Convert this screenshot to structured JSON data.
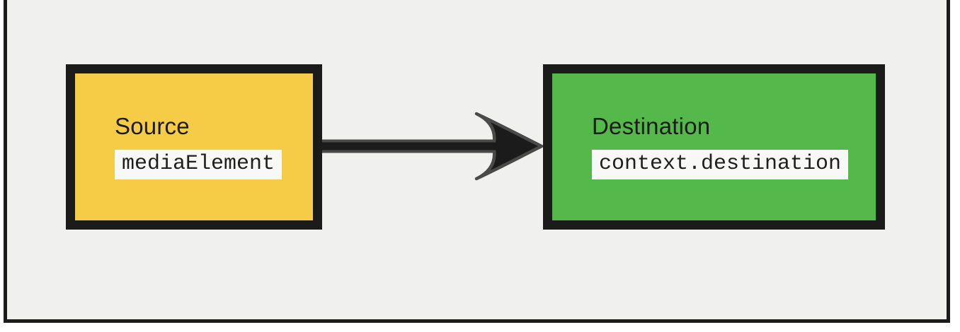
{
  "colors": {
    "canvas": "#ffffff",
    "background": "#f0f1ef",
    "frame_border": "#1c1c1c",
    "node_border": "#1b1b1b",
    "source_fill": "#f6cb45",
    "destination_fill": "#55b84a",
    "code_chip_bg": "#f8f8f6",
    "text": "#1b1b1b",
    "arrow_fill": "#1b1b1b",
    "arrow_outline": "#4a4a4a"
  },
  "diagram": {
    "type": "audio-graph",
    "nodes": [
      {
        "id": "source",
        "title": "Source",
        "code": "mediaElement"
      },
      {
        "id": "destination",
        "title": "Destination",
        "code": "context.destination"
      }
    ],
    "edges": [
      {
        "from": "source",
        "to": "destination",
        "direction": "right",
        "style": "solid-arrow"
      }
    ]
  }
}
